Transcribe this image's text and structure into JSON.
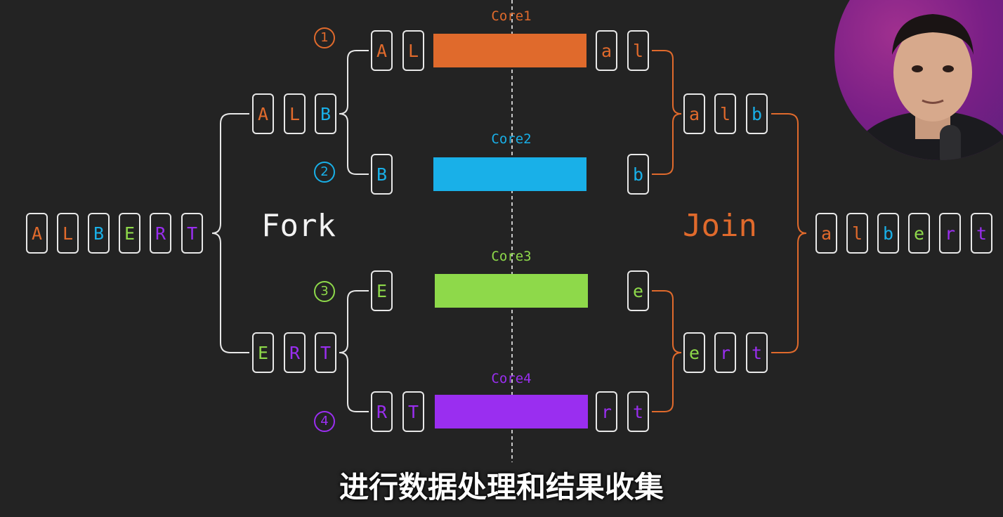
{
  "colors": {
    "orange": "#e06a2c",
    "blue": "#19b0e8",
    "green": "#8ed94a",
    "purple": "#9a2ef0",
    "white": "#f2f2f2",
    "border": "#e8e8e8"
  },
  "input_letters": [
    {
      "ch": "A",
      "color": "orange"
    },
    {
      "ch": "L",
      "color": "orange"
    },
    {
      "ch": "B",
      "color": "blue"
    },
    {
      "ch": "E",
      "color": "green"
    },
    {
      "ch": "R",
      "color": "purple"
    },
    {
      "ch": "T",
      "color": "purple"
    }
  ],
  "output_letters": [
    {
      "ch": "a",
      "color": "orange"
    },
    {
      "ch": "l",
      "color": "orange"
    },
    {
      "ch": "b",
      "color": "blue"
    },
    {
      "ch": "e",
      "color": "green"
    },
    {
      "ch": "r",
      "color": "purple"
    },
    {
      "ch": "t",
      "color": "purple"
    }
  ],
  "fork_label": "Fork",
  "join_label": "Join",
  "split_groups": [
    {
      "letters": [
        {
          "ch": "A",
          "color": "orange"
        },
        {
          "ch": "L",
          "color": "orange"
        },
        {
          "ch": "B",
          "color": "blue"
        }
      ]
    },
    {
      "letters": [
        {
          "ch": "E",
          "color": "green"
        },
        {
          "ch": "R",
          "color": "purple"
        },
        {
          "ch": "T",
          "color": "purple"
        }
      ]
    }
  ],
  "merge_groups": [
    {
      "letters": [
        {
          "ch": "a",
          "color": "orange"
        },
        {
          "ch": "l",
          "color": "orange"
        },
        {
          "ch": "b",
          "color": "blue"
        }
      ]
    },
    {
      "letters": [
        {
          "ch": "e",
          "color": "green"
        },
        {
          "ch": "r",
          "color": "purple"
        },
        {
          "ch": "t",
          "color": "purple"
        }
      ]
    }
  ],
  "cores": [
    {
      "label": "Core1",
      "number": "1",
      "color": "orange",
      "in": [
        "A",
        "L"
      ],
      "out": [
        "a",
        "l"
      ]
    },
    {
      "label": "Core2",
      "number": "2",
      "color": "blue",
      "in": [
        "B"
      ],
      "out": [
        "b"
      ]
    },
    {
      "label": "Core3",
      "number": "3",
      "color": "green",
      "in": [
        "E"
      ],
      "out": [
        "e"
      ]
    },
    {
      "label": "Core4",
      "number": "4",
      "color": "purple",
      "in": [
        "R",
        "T"
      ],
      "out": [
        "r",
        "t"
      ]
    }
  ],
  "subtitle": "进行数据处理和结果收集"
}
